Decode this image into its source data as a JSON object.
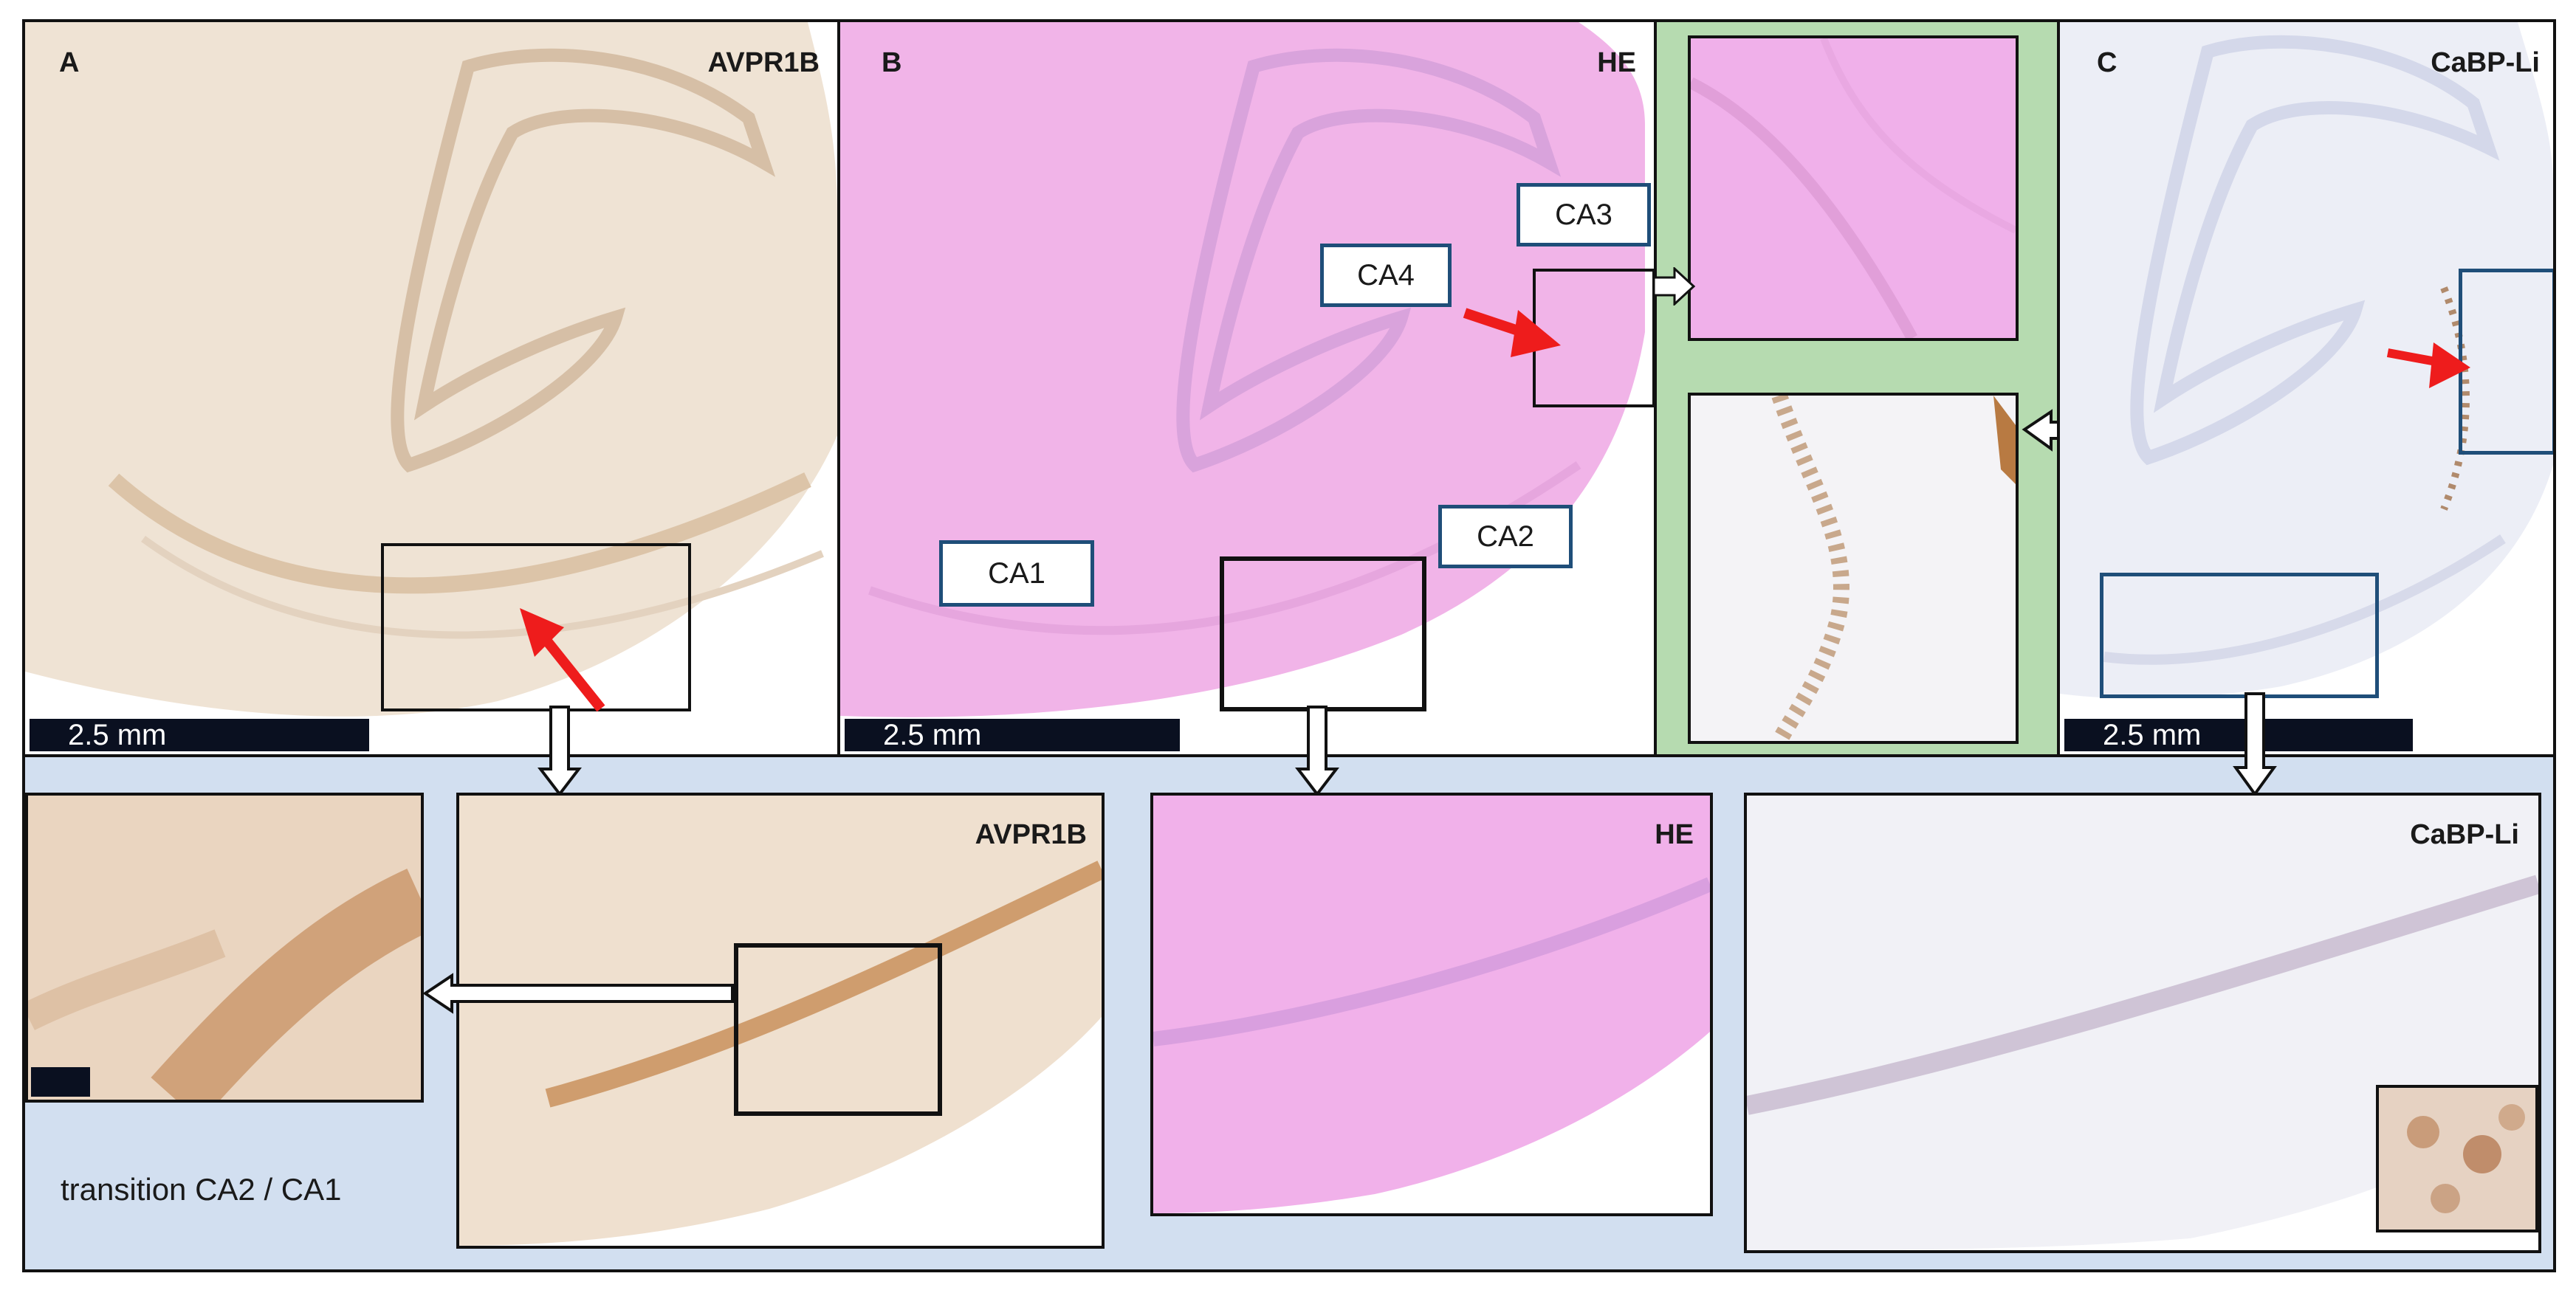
{
  "panels": {
    "a": {
      "letter": "A",
      "stain": "AVPR1B",
      "scale": "2.5 mm"
    },
    "b": {
      "letter": "B",
      "stain": "HE",
      "scale": "2.5 mm",
      "regions": {
        "ca1": "CA1",
        "ca2": "CA2",
        "ca3": "CA3",
        "ca4": "CA4"
      }
    },
    "c": {
      "letter": "C",
      "stain": "CaBP-Li",
      "scale": "2.5 mm"
    }
  },
  "bottom": {
    "avpr1b_label": "AVPR1B",
    "he_label": "HE",
    "cabp_label": "CaBP-Li",
    "transition_label": "transition CA2 / CA1"
  },
  "colors": {
    "avpr1b_tissue": "#efe3d4",
    "he_tissue": "#f1b4e8",
    "cabp_tissue": "#eceef6",
    "green_bg": "#b6dbb0",
    "blue_bg": "#d2dff0",
    "arrow_red": "#ee1c1c",
    "box_blue": "#1f4e79"
  }
}
